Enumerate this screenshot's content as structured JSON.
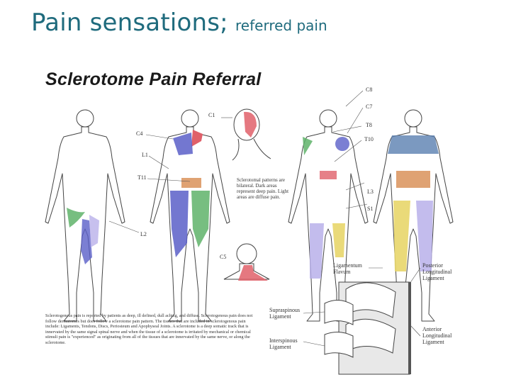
{
  "slide": {
    "title_main": "Pain sensations;",
    "title_sub": "referred pain"
  },
  "figure": {
    "title": "Sclerotome Pain Referral",
    "labels": {
      "c1": "C1",
      "c4": "C4",
      "l1": "L1",
      "t11": "T11",
      "l2": "L2",
      "c5": "C5",
      "c8": "C8",
      "c7": "C7",
      "t8": "T8",
      "t10": "T10",
      "l3": "L3",
      "s1": "S1",
      "ligamentum_flavum": "Ligamentum\nFlavum",
      "posterior_longitudinal": "Posterior\nLongitudinal\nLigament",
      "supraspinous": "Supraspinous\nLigament",
      "interspinous": "Interspinous\nLigament",
      "anterior_longitudinal": "Anterior\nLongitudinal\nLigament"
    },
    "note": "Sclerotomal patterns are bilateral. Dark areas represent deep pain. Light areas are diffuse pain.",
    "caption": "Sclerotogenous pain is reported by patients as deep, ill defined, dull aching, and diffuse. Sclerotogenous pain does not follow dermatomes but does follow a sclerotome pain pattern. The tissues that are included in sclerotogenous pain include: Ligaments, Tendons, Discs, Periosteum and Apophyseal Joints. A sclerotome is a deep somatic track that is innervated by the same signal spinal nerve and when the tissue of a sclerotome is irritated by mechanical or chemical stimuli pain is \"experienced\" as originating from all of the tissues that are innervated by the same nerve, or along the sclerotome.",
    "colors": {
      "blue": "#5a5fc8",
      "green": "#5fb36a",
      "red": "#e0606a",
      "yellow": "#e8d66a",
      "lavender": "#b9b0ea",
      "orange": "#d9925a"
    }
  }
}
